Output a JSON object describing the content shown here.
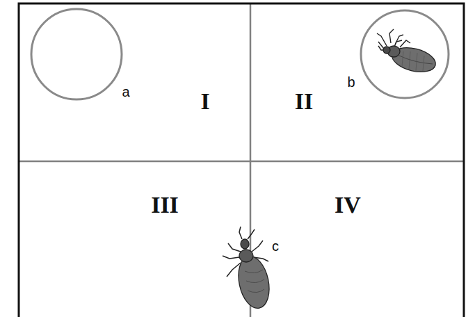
{
  "diagram": {
    "labels": [
      "a",
      "I",
      "II",
      "b",
      "III",
      "IV",
      "c"
    ]
  }
}
